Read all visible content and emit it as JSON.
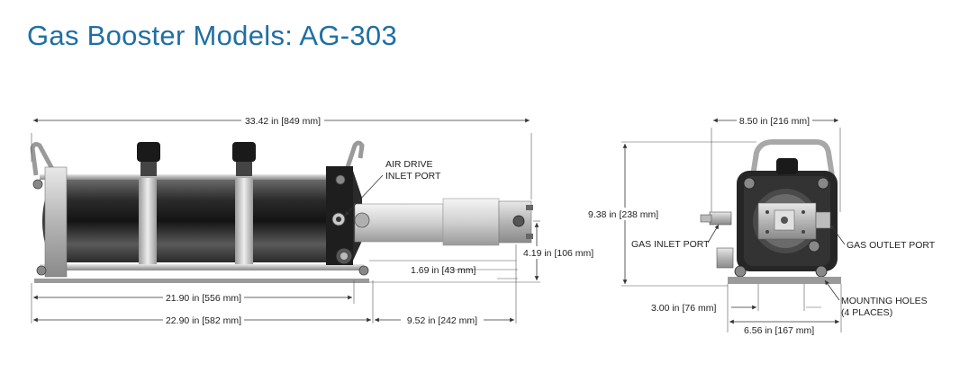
{
  "title": "Gas Booster Models: AG-303",
  "side_view": {
    "dims": {
      "overall_length": "33.42 in [849 mm]",
      "air_drive_length": "21.90 in [556 mm]",
      "base_length": "22.90 in [582 mm]",
      "gas_section_length": "9.52 in [242 mm]",
      "outlet_offset": "1.69 in [43 mm]",
      "height": "4.19 in [106 mm]"
    },
    "labels": {
      "air_drive_inlet_line1": "AIR DRIVE",
      "air_drive_inlet_line2": "INLET PORT"
    }
  },
  "end_view": {
    "dims": {
      "width": "8.50 in [216 mm]",
      "height": "9.38 in [238 mm]",
      "mount_spacing_small": "3.00 in [76 mm]",
      "mount_spacing_large": "6.56 in [167 mm]"
    },
    "labels": {
      "gas_inlet_port": "GAS INLET PORT",
      "gas_outlet_port": "GAS OUTLET PORT",
      "mounting_holes_line1": "MOUNTING HOLES",
      "mounting_holes_line2": "(4 PLACES)"
    }
  },
  "colors": {
    "title": "#1f6fa5",
    "body_dark": "#2b2b2b",
    "metal_light": "#c9c9c9"
  }
}
